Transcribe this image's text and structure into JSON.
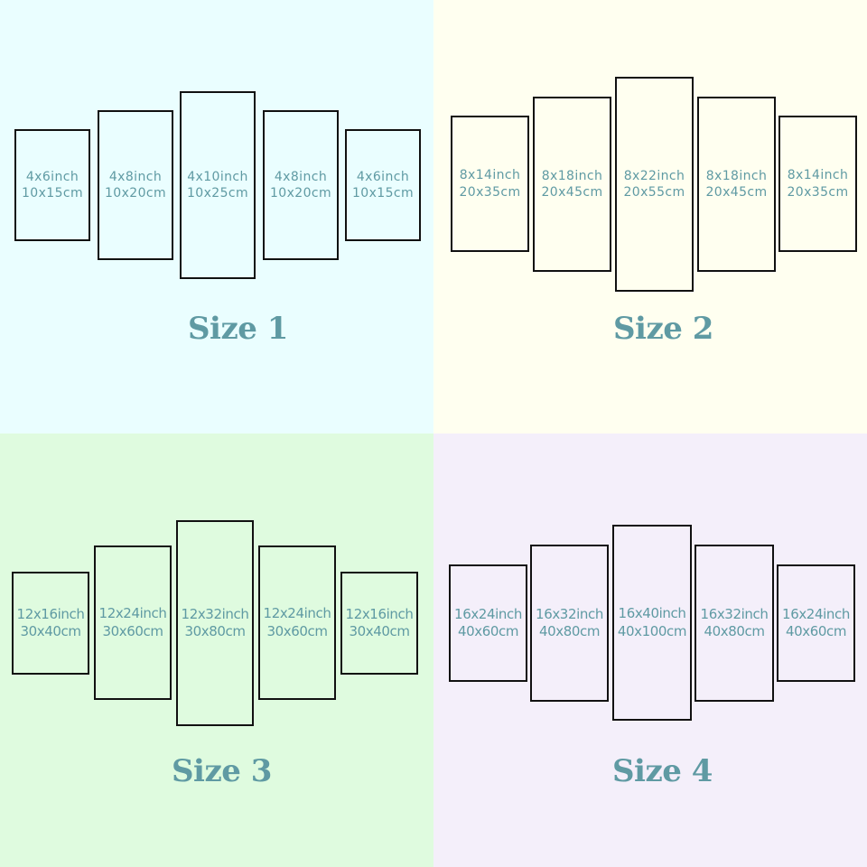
{
  "sizes": [
    {
      "title": "Size 1",
      "background": "#eafeff",
      "panels": [
        {
          "inch": "4x6inch",
          "cm": "10x15cm"
        },
        {
          "inch": "4x8inch",
          "cm": "10x20cm"
        },
        {
          "inch": "4x10inch",
          "cm": "10x25cm"
        },
        {
          "inch": "4x8inch",
          "cm": "10x20cm"
        },
        {
          "inch": "4x6inch",
          "cm": "10x15cm"
        }
      ]
    },
    {
      "title": "Size 2",
      "background": "#fffff0",
      "panels": [
        {
          "inch": "8x14inch",
          "cm": "20x35cm"
        },
        {
          "inch": "8x18inch",
          "cm": "20x45cm"
        },
        {
          "inch": "8x22inch",
          "cm": "20x55cm"
        },
        {
          "inch": "8x18inch",
          "cm": "20x45cm"
        },
        {
          "inch": "8x14inch",
          "cm": "20x35cm"
        }
      ]
    },
    {
      "title": "Size 3",
      "background": "#dffbdf",
      "panels": [
        {
          "inch": "12x16inch",
          "cm": "30x40cm"
        },
        {
          "inch": "12x24inch",
          "cm": "30x60cm"
        },
        {
          "inch": "12x32inch",
          "cm": "30x80cm"
        },
        {
          "inch": "12x24inch",
          "cm": "30x60cm"
        },
        {
          "inch": "12x16inch",
          "cm": "30x40cm"
        }
      ]
    },
    {
      "title": "Size 4",
      "background": "#f4effa",
      "panels": [
        {
          "inch": "16x24inch",
          "cm": "40x60cm"
        },
        {
          "inch": "16x32inch",
          "cm": "40x80cm"
        },
        {
          "inch": "16x40inch",
          "cm": "40x100cm"
        },
        {
          "inch": "16x32inch",
          "cm": "40x80cm"
        },
        {
          "inch": "16x24inch",
          "cm": "40x60cm"
        }
      ]
    }
  ],
  "colors": {
    "text": "#5f9aa3",
    "frame": "#111111"
  }
}
